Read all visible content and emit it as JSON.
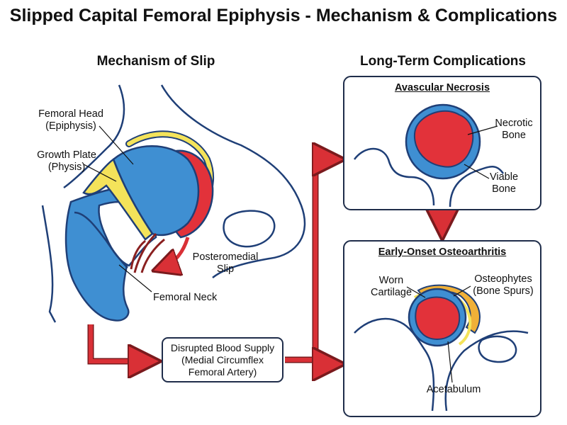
{
  "title": "Slipped Capital Femoral Epiphysis - Mechanism & Complications",
  "mechanism": {
    "heading": "Mechanism of Slip",
    "labels": {
      "femoral_head": "Femoral Head\n(Epiphysis)",
      "growth_plate": "Growth Plate\n(Physis)",
      "slip": "Posteromedial\nSlip",
      "femoral_neck": "Femoral Neck"
    }
  },
  "blood_supply": "Disrupted Blood Supply\n(Medial Circumflex\nFemoral Artery)",
  "complications": {
    "heading": "Long-Term Complications",
    "avn": {
      "title": "Avascular Necrosis",
      "necrotic": "Necrotic\nBone",
      "viable": "Viable\nBone"
    },
    "oa": {
      "title": "Early-Onset Osteoarthritis",
      "worn": "Worn\nCartilage",
      "osteophytes": "Osteophytes\n(Bone Spurs)",
      "acetabulum": "Acetabulum"
    }
  },
  "colors": {
    "bone_blue": "#3f8fd2",
    "outline": "#1f3f77",
    "physis_yellow": "#f4e35a",
    "slip_red": "#e2323a",
    "arrow_red": "#d93036",
    "spur_orange": "#f0b038"
  }
}
